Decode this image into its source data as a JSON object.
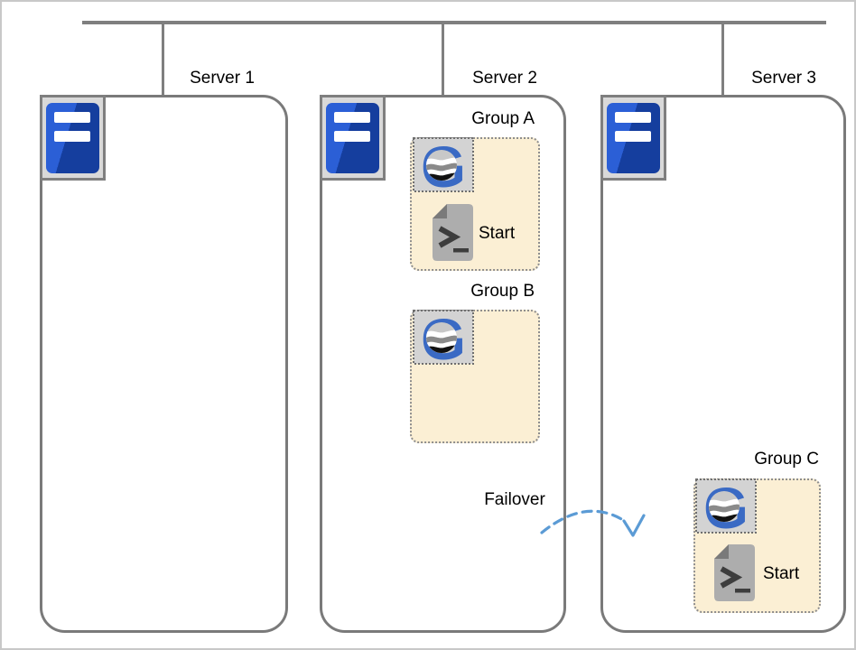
{
  "servers": [
    {
      "label": "Server 1",
      "contents": []
    },
    {
      "label": "Server 2",
      "contents": [
        "Group A",
        "Group B"
      ]
    },
    {
      "label": "Server 3",
      "contents": [
        "Group C"
      ]
    }
  ],
  "groups": [
    {
      "label": "Group A",
      "host": "Server 2",
      "script_label": "Start"
    },
    {
      "label": "Group B",
      "host": "Server 2",
      "script_label": null
    },
    {
      "label": "Group C",
      "host": "Server 3",
      "script_label": "Start"
    }
  ],
  "failover": {
    "label": "Failover",
    "from": "Server 2",
    "to": "Server 3"
  },
  "icons": {
    "server": "server-tower-icon",
    "group": "cluster-group-icon",
    "group_glyph": "G",
    "script": "start-script-icon",
    "arrow": "failover-arrow-icon"
  },
  "colors": {
    "figure_border": "#C8C8C8",
    "network_line": "#7F7F7F",
    "server_border": "#7A7A7A",
    "server_icon_blue_light": "#2B5FD6",
    "server_icon_blue_dark": "#153E9E",
    "group_fill": "#FBEFD4",
    "group_border": "#8E8E8E",
    "group_icon_blue": "#3A6AC4",
    "script_page_gray": "#ADADAD",
    "failover_arrow_blue": "#5B9BD5",
    "text": "#000000"
  }
}
